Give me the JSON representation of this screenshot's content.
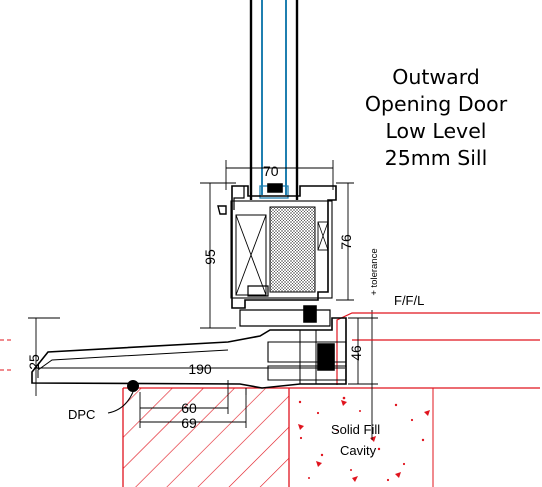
{
  "title_lines": [
    "Outward",
    "Opening Door",
    "Low Level",
    "25mm Sill"
  ],
  "labels": {
    "ffl": "F/F/L",
    "tolerance": "+ tolerance",
    "dpc": "DPC",
    "solid_fill_1": "Solid Fill",
    "solid_fill_2": "Cavity"
  },
  "dimensions": {
    "glazing_width": "70",
    "frame_height": "95",
    "sash_height": "76",
    "sill_height": "46",
    "sill_depth": "190",
    "sill_step": "25",
    "brick_offset_a": "60",
    "brick_offset_b": "69"
  },
  "colors": {
    "lines": "#000000",
    "glazing": "#1f7fb0",
    "floor_level": "#e0141e",
    "concrete_dots": "#e0141e"
  }
}
